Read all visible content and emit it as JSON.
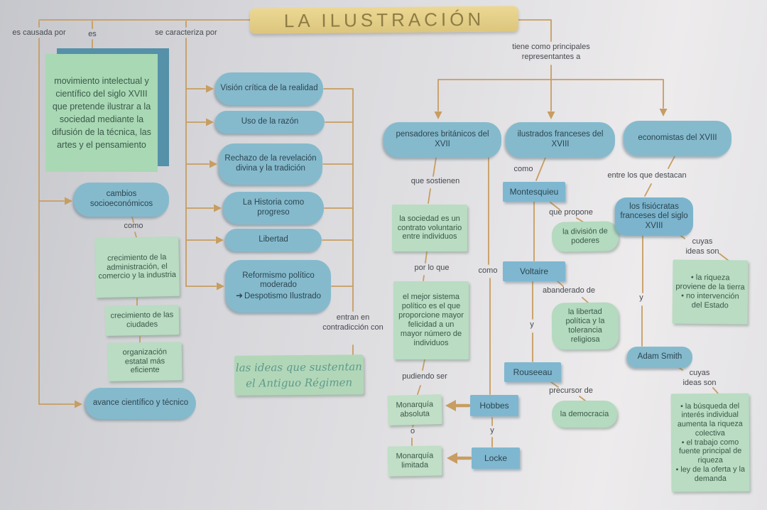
{
  "title": "LA ILUSTRACIÓN",
  "top_labels": {
    "es_causada_por": "es causada por",
    "es": "es",
    "se_caracteriza_por": "se caracteriza por",
    "representantes": "tiene como principales representantes a"
  },
  "definition": "movimiento intelectual y científico del siglo XVIII que pretende ilustrar a la sociedad mediante la difusión de la técnica, las artes y el pensamiento",
  "causes": {
    "cambios": "cambios socioeconómicos",
    "como": "como",
    "items": [
      "crecimiento de la administración, el comercio y la industria",
      "crecimiento de las ciudades",
      "organización estatal más eficiente"
    ],
    "avance": "avance científico y técnico"
  },
  "characteristics": {
    "items": [
      "Visión crítica de la realidad",
      "Uso de la razón",
      "Rechazo de la revelación divina y la tradición",
      "La Historia como progreso",
      "Libertad"
    ],
    "reformismo": {
      "line1": "Reformismo político moderado",
      "arrow": "➜",
      "line2": "Despotismo Ilustrado"
    },
    "contradiccion": "entran en contradicción con",
    "antiguo_regimen": "las ideas que sustentan el Antiguo Régimen"
  },
  "britanicos": {
    "title": "pensadores británicos del XVII",
    "que_sostienen": "que sostienen",
    "contrato": "la sociedad es un contrato voluntario entre individuos",
    "por_lo_que": "por lo que",
    "mejor_sistema": "el mejor sistema político es el que proporcione mayor felicidad a un mayor número de individuos",
    "pudiendo_ser": "pudiendo ser",
    "como": "como",
    "monarquia_absoluta": "Monarquía absoluta",
    "o": "o",
    "monarquia_limitada": "Monarquía limitada",
    "hobbes": "Hobbes",
    "y": "y",
    "locke": "Locke"
  },
  "franceses": {
    "title": "ilustrados franceses del XVIII",
    "como": "como",
    "montesquieu": "Montesquieu",
    "que_propone": "que propone",
    "division_poderes": "la división de poderes",
    "voltaire": "Voltaire",
    "abanderado_de": "abanderado de",
    "libertad_tolerancia": "la libertad política y la tolerancia religiosa",
    "y": "y",
    "rousseau": "Rouseeau",
    "precursor_de": "precursor de",
    "democracia": "la democracia"
  },
  "economistas": {
    "title": "economistas del XVIII",
    "destacan": "entre los que destacan",
    "fisiocratas": "los fisiócratas franceses del siglo XVIII",
    "cuyas_ideas_1": "cuyas ideas son",
    "ideas_fisiocratas": "• la riqueza proviene de la tierra\n• no intervención del Estado",
    "y": "y",
    "adam_smith": "Adam Smith",
    "cuyas_ideas_2": "cuyas ideas son",
    "ideas_smith": "• la búsqueda del interés individual aumenta la riqueza colectiva\n• el trabajo como fuente principal de riqueza\n• ley de la oferta y la demanda"
  }
}
